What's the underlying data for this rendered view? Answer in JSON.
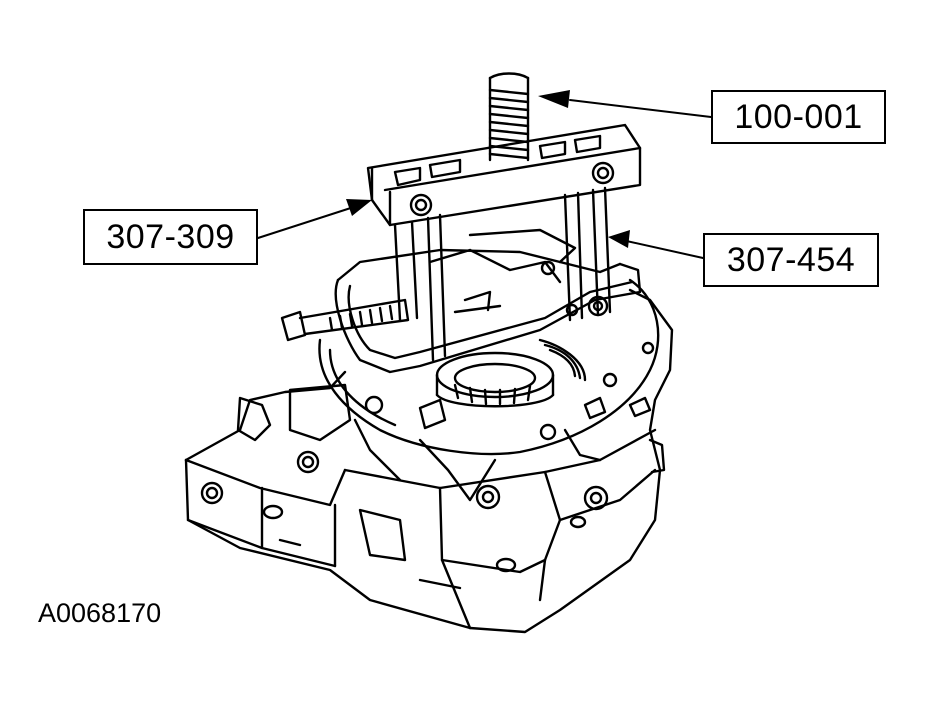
{
  "figure": {
    "callouts": {
      "tool_100_001": "100-001",
      "tool_307_309": "307-309",
      "tool_307_454": "307-454"
    },
    "figure_id": "A0068170",
    "subject": "bearing-puller-on-transmission-case"
  },
  "colors": {
    "line": "#000000",
    "background": "#ffffff"
  }
}
